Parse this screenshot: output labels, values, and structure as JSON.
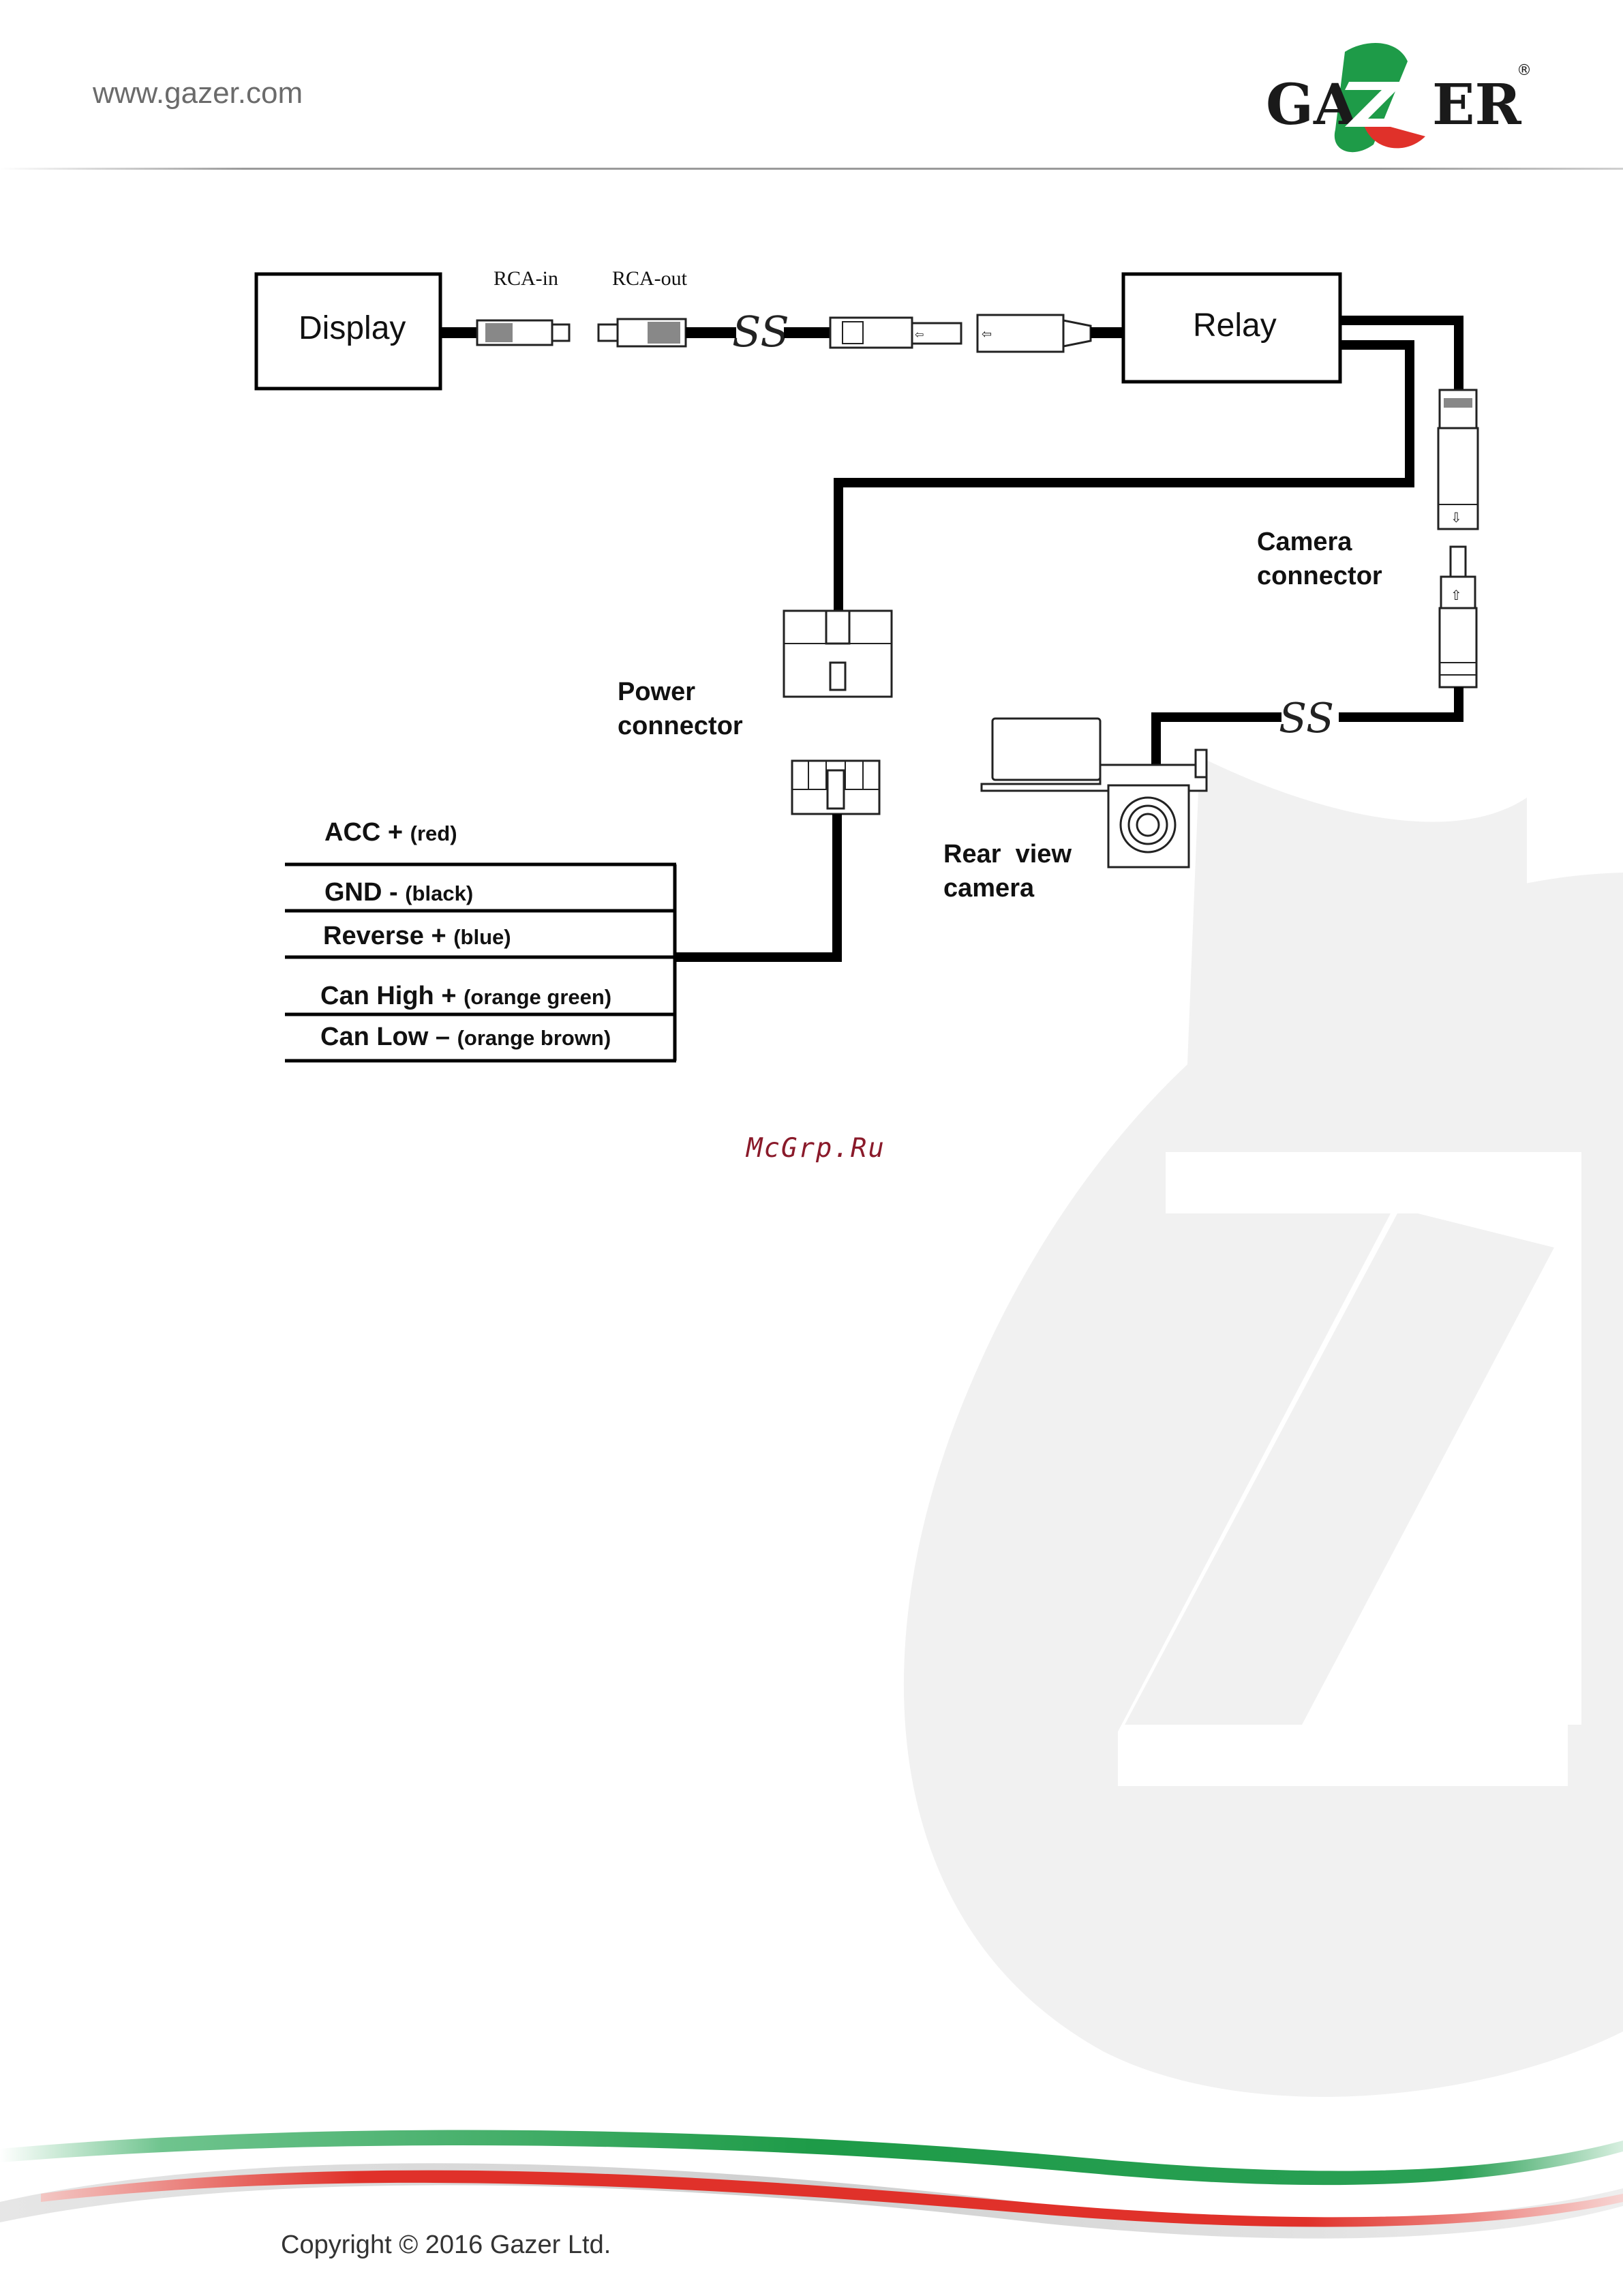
{
  "header": {
    "url": "www.gazer.com",
    "logo_text": "GAZER",
    "logo_registered": "®"
  },
  "diagram": {
    "display_label": "Display",
    "relay_label": "Relay",
    "rca_in_label": "RCA-in",
    "rca_out_label": "RCA-out",
    "camera_connector_label": [
      "Camera",
      "connector"
    ],
    "power_connector_label": [
      "Power",
      "connector"
    ],
    "rear_camera_label": [
      "Rear  view",
      "camera"
    ],
    "wires": [
      {
        "name": "ACC +",
        "color_note": "(red)"
      },
      {
        "name": "GND -",
        "color_note": "(black)"
      },
      {
        "name": "Reverse +",
        "color_note": "(blue)"
      },
      {
        "name": "Can High +",
        "color_note": "(orange green)"
      },
      {
        "name": "Can Low –",
        "color_note": "(orange brown)"
      }
    ]
  },
  "watermark": "McGrp.Ru",
  "footer": {
    "copyright": "Copyright © 2016 Gazer Ltd."
  },
  "colors": {
    "brand_green": "#1e9b48",
    "brand_red": "#e0312a",
    "wire": "#000000",
    "watermark_grey": "#f0f0f0"
  }
}
